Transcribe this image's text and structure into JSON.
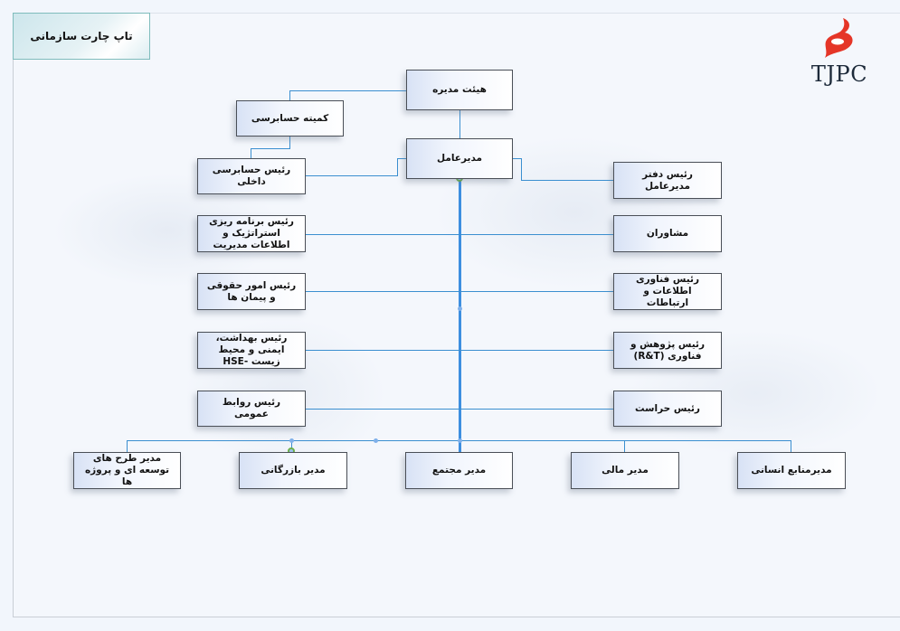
{
  "header": {
    "title": "تاپ چارت سازمانی",
    "logo_text": "TJPC",
    "logo_icon": "red-flame-ribbon-icon"
  },
  "colors": {
    "connector": "#3b8fd0",
    "node_border": "#4a4f57",
    "title_border": "#7fbcbc",
    "logo_red": "#e53527",
    "selection_ring": "#6bb04a"
  },
  "nodes": {
    "board": "هیئت مدیره",
    "audit_committee": "کمیته حسابرسی",
    "ceo": "مدیرعامل",
    "internal_audit": "رئیس حسابرسی داخلی",
    "ceo_office": "رئیس  دفتر مدیرعامل",
    "strategic_planning": "رئیس برنامه ریزی استراتژیک و اطلاعات مدیریت",
    "advisors": "مشاوران",
    "legal": "رئیس امور حقوقی و پیمان ها",
    "it": "رئیس فناوری اطلاعات و ارتباطات",
    "hse": "رئیس بهداشت، ایمنی و محیط زیست -HSE",
    "rnd": "رئیس پژوهش و فناوری (R&T)",
    "public_relations": "رئیس روابط عمومی",
    "security": "رئیس حراست",
    "projects": "مدیر طرح های توسعه ای و پروژه ها",
    "commercial": "مدیر بازرگانی",
    "complex": "مدیر مجتمع",
    "finance": "مدیر مالی",
    "hr": "مدیرمنابع انسانی"
  }
}
